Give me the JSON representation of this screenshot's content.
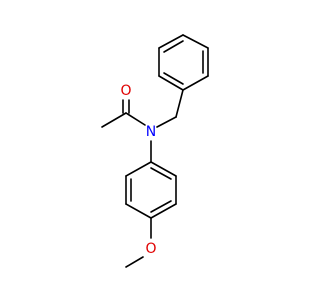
{
  "molecule": {
    "atoms": {
      "carbonyl_oxygen": {
        "symbol": "O",
        "color": "#e00000"
      },
      "amide_nitrogen": {
        "symbol": "N",
        "color": "#0000ff"
      },
      "ether_oxygen": {
        "symbol": "O",
        "color": "#e00000"
      }
    },
    "bond_color": "#000000",
    "background": "#ffffff"
  }
}
